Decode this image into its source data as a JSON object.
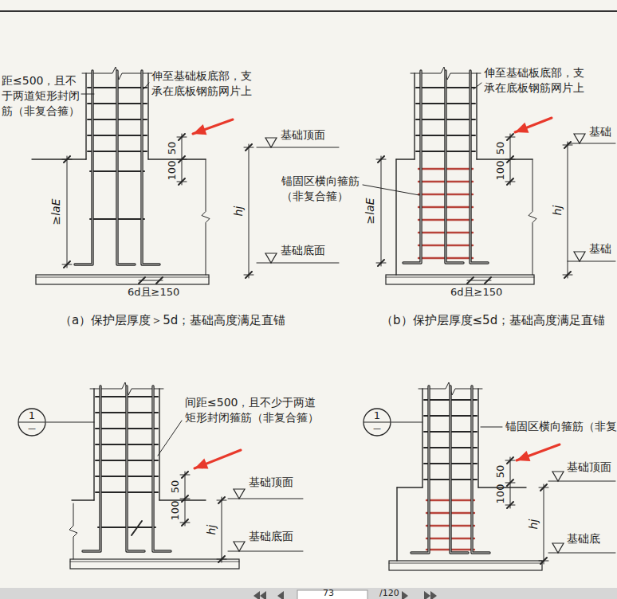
{
  "diagram": {
    "nodes": [
      {
        "text": [
          "1",
          "—"
        ]
      },
      {
        "text": [
          "1",
          "—"
        ]
      }
    ],
    "labels": [
      "距≤500，且不 于两道矩形封闭 筋（非复合箍）",
      "伸至基础板底部，支 承在底板钢筋网片上",
      "50",
      "100",
      "基础顶面",
      "≥laE",
      "hj",
      "基础底面",
      "6d且≥150",
      "（a）保护层厚度＞5d；基础高度满足直锚",
      "伸至基础板底部，支 承在底板钢筋网片上",
      "50",
      "100",
      "基础",
      "锚固区横向箍筋 （非复合箍）",
      "≥laE",
      "hj",
      "基础",
      "6d且≥150",
      "（b）保护层厚度≤5d；基础高度满足直锚",
      "间距≤500，且不少于两道 矩形封闭箍筋（非复合箍）",
      "50",
      "100",
      "基础顶面",
      "hj",
      "基础底面",
      "锚固区横向箍筋（非复",
      "50",
      "100",
      "基础顶面",
      "hj",
      "基础底",
      "73",
      "/120"
    ]
  }
}
